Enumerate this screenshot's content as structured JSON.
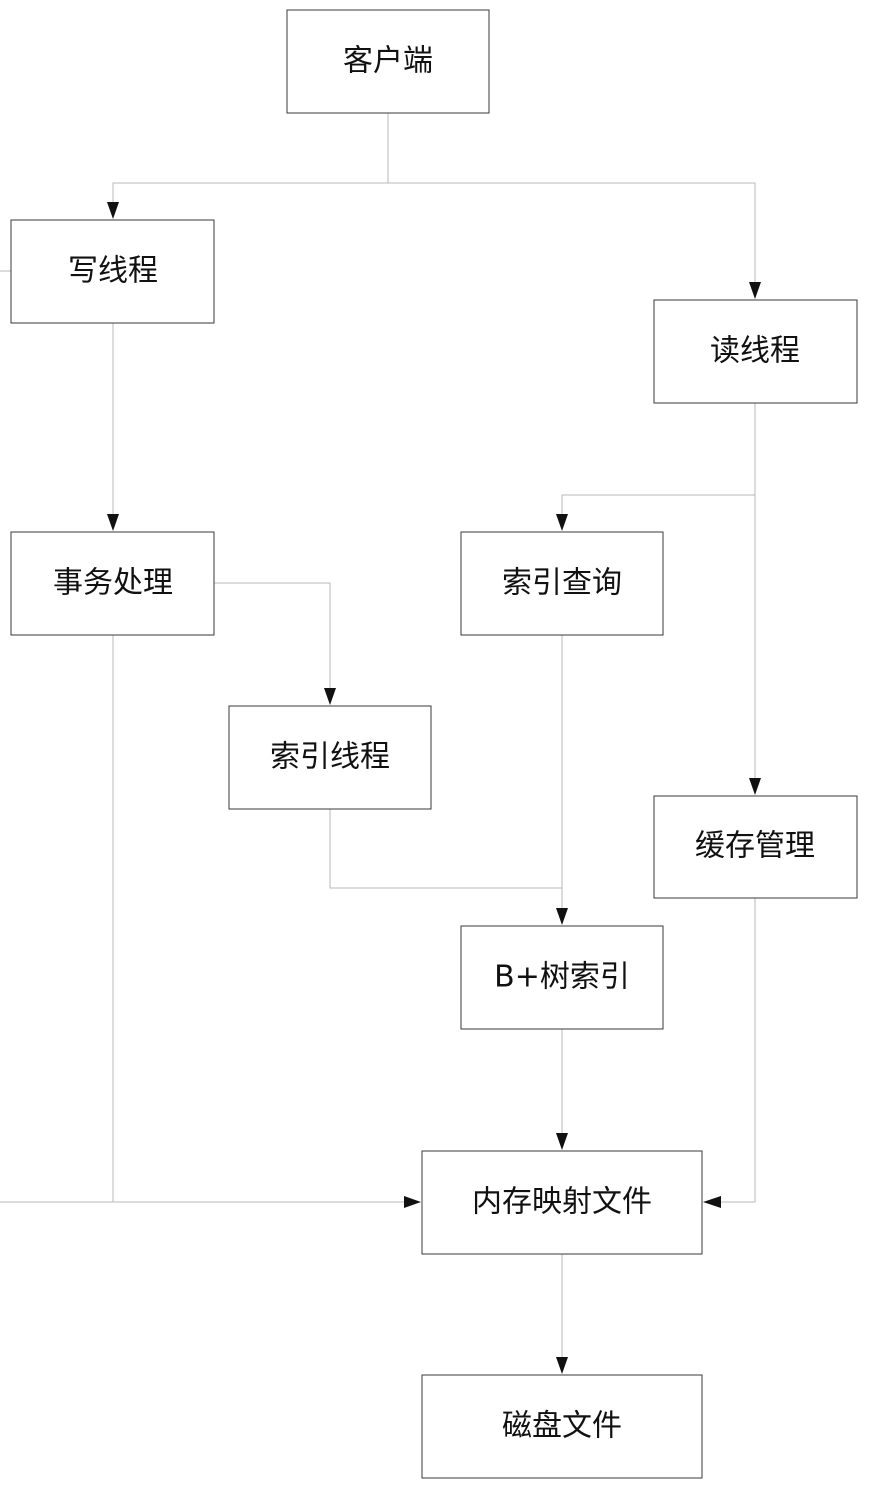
{
  "diagram": {
    "nodes": {
      "client": "客户端",
      "write_thread": "写线程",
      "read_thread": "读线程",
      "transaction": "事务处理",
      "index_query": "索引查询",
      "index_thread": "索引线程",
      "cache_manage": "缓存管理",
      "bplus_index": "B+树索引",
      "mmap_file": "内存映射文件",
      "disk_file": "磁盘文件"
    },
    "edges": [
      {
        "from": "client",
        "to": "write_thread"
      },
      {
        "from": "client",
        "to": "read_thread"
      },
      {
        "from": "write_thread",
        "to": "transaction"
      },
      {
        "from": "read_thread",
        "to": "index_query"
      },
      {
        "from": "read_thread",
        "to": "cache_manage"
      },
      {
        "from": "transaction",
        "to": "index_thread"
      },
      {
        "from": "transaction",
        "to": "mmap_file"
      },
      {
        "from": "index_query",
        "to": "bplus_index"
      },
      {
        "from": "index_thread",
        "to": "bplus_index"
      },
      {
        "from": "bplus_index",
        "to": "mmap_file"
      },
      {
        "from": "cache_manage",
        "to": "mmap_file"
      },
      {
        "from": "write_thread",
        "to": "mmap_file"
      },
      {
        "from": "mmap_file",
        "to": "disk_file"
      }
    ],
    "colors": {
      "box_border": "#3a3a3a",
      "edge_line": "#b8b8b8",
      "arrowhead": "#111111",
      "text": "#111111"
    }
  }
}
